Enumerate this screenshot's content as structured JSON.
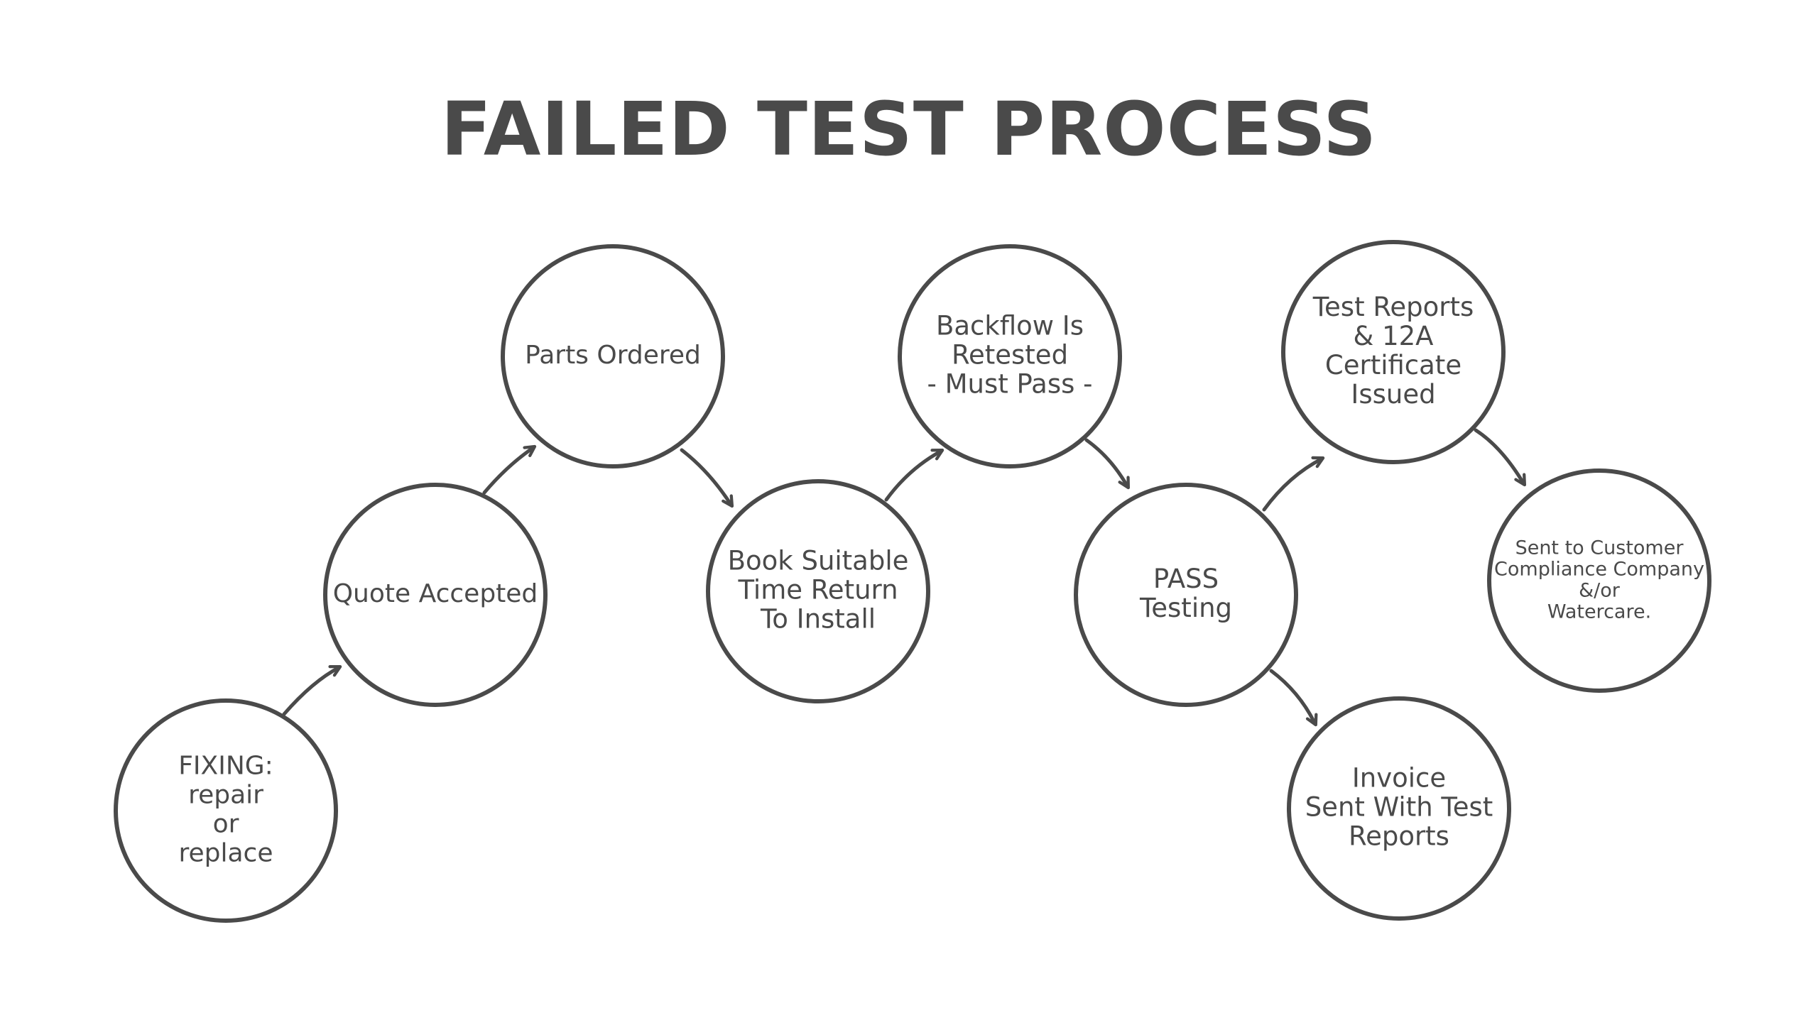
{
  "title": "FAILED TEST PROCESS",
  "colors": {
    "stroke": "#4a4a4a",
    "text": "#4a4a4a",
    "background": "#ffffff"
  },
  "nodes": [
    {
      "id": "fixing",
      "lines": [
        "FIXING:",
        "repair",
        "or",
        "replace"
      ]
    },
    {
      "id": "quote-accepted",
      "lines": [
        "Quote Accepted"
      ]
    },
    {
      "id": "parts-ordered",
      "lines": [
        "Parts Ordered"
      ]
    },
    {
      "id": "book-suitable-time",
      "lines": [
        "Book Suitable",
        "Time Return",
        "To Install"
      ]
    },
    {
      "id": "backflow-retested",
      "lines": [
        "Backflow Is",
        "Retested",
        "- Must Pass -"
      ]
    },
    {
      "id": "pass-testing",
      "lines": [
        "PASS",
        "Testing"
      ]
    },
    {
      "id": "test-reports-issued",
      "lines": [
        "Test Reports",
        "& 12A",
        "Certificate",
        "Issued"
      ]
    },
    {
      "id": "sent-to-customer",
      "lines": [
        "Sent to Customer",
        "Compliance Company",
        "&/or",
        "Watercare."
      ]
    },
    {
      "id": "invoice-sent",
      "lines": [
        "Invoice",
        "Sent With Test",
        "Reports"
      ]
    }
  ],
  "edges": [
    {
      "from": "fixing",
      "to": "quote-accepted"
    },
    {
      "from": "quote-accepted",
      "to": "parts-ordered"
    },
    {
      "from": "parts-ordered",
      "to": "book-suitable-time"
    },
    {
      "from": "book-suitable-time",
      "to": "backflow-retested"
    },
    {
      "from": "backflow-retested",
      "to": "pass-testing"
    },
    {
      "from": "pass-testing",
      "to": "test-reports-issued"
    },
    {
      "from": "test-reports-issued",
      "to": "sent-to-customer"
    },
    {
      "from": "pass-testing",
      "to": "invoice-sent"
    }
  ]
}
